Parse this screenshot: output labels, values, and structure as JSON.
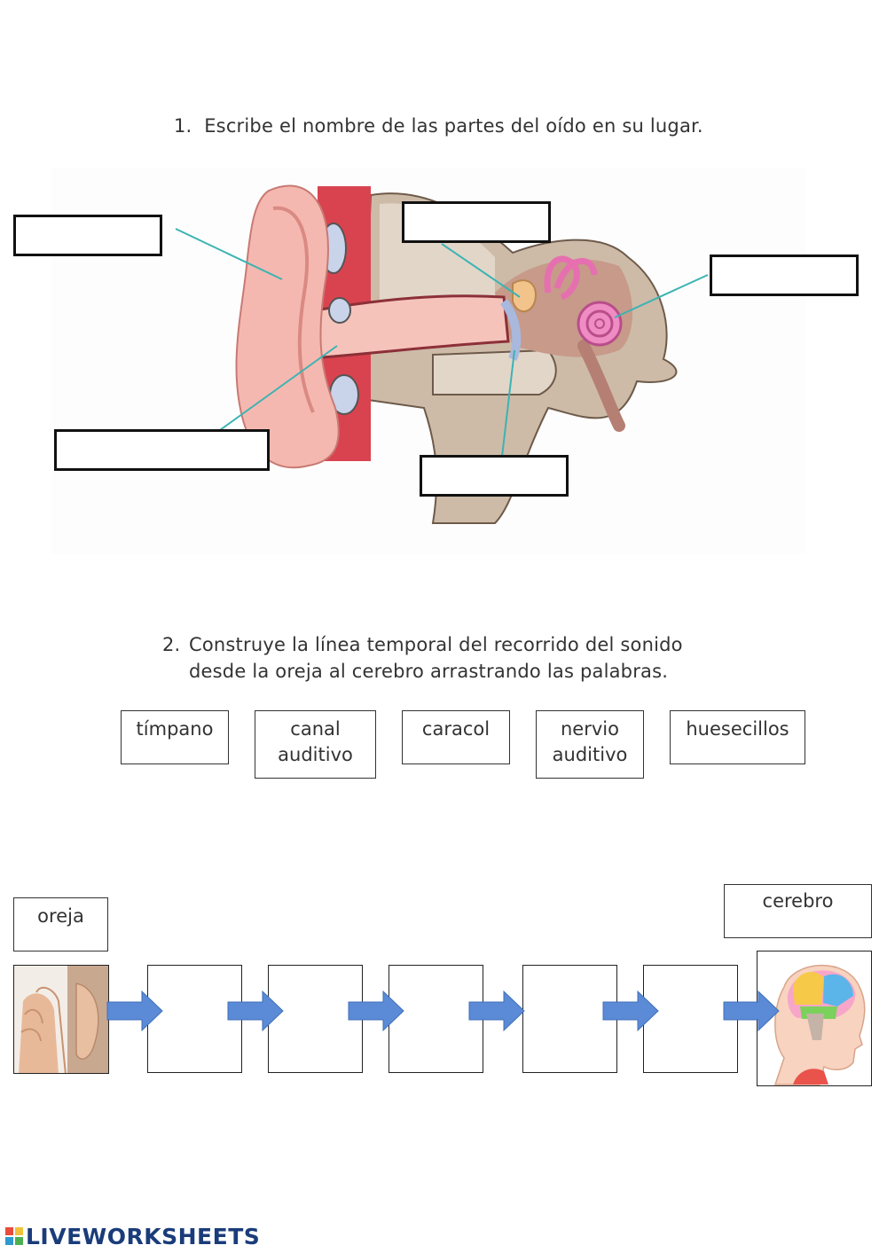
{
  "question1": {
    "number": "1.",
    "text": "Escribe el nombre de las partes del oído en su lugar."
  },
  "question2": {
    "number": "2.",
    "line1": "Construye la línea temporal del recorrido del sonido",
    "line2": "desde la oreja al cerebro arrastrando las palabras."
  },
  "word_bank": [
    {
      "line1": "tímpano",
      "line2": ""
    },
    {
      "line1": "canal",
      "line2": "auditivo"
    },
    {
      "line1": "caracol",
      "line2": ""
    },
    {
      "line1": "nervio",
      "line2": "auditivo"
    },
    {
      "line1": "huesecillos",
      "line2": ""
    }
  ],
  "timeline": {
    "start_label": "oreja",
    "end_label": "cerebro"
  },
  "footer": {
    "brand": "LIVEWORKSHEETS"
  },
  "colors": {
    "arrow": "#5b8bd6",
    "leader_line": "#3bb3b3",
    "ear_skin": "#f5b8b0",
    "canal_red": "#d9434f",
    "bone": "#c9b7a6",
    "cochlea": "#e66fb0"
  }
}
